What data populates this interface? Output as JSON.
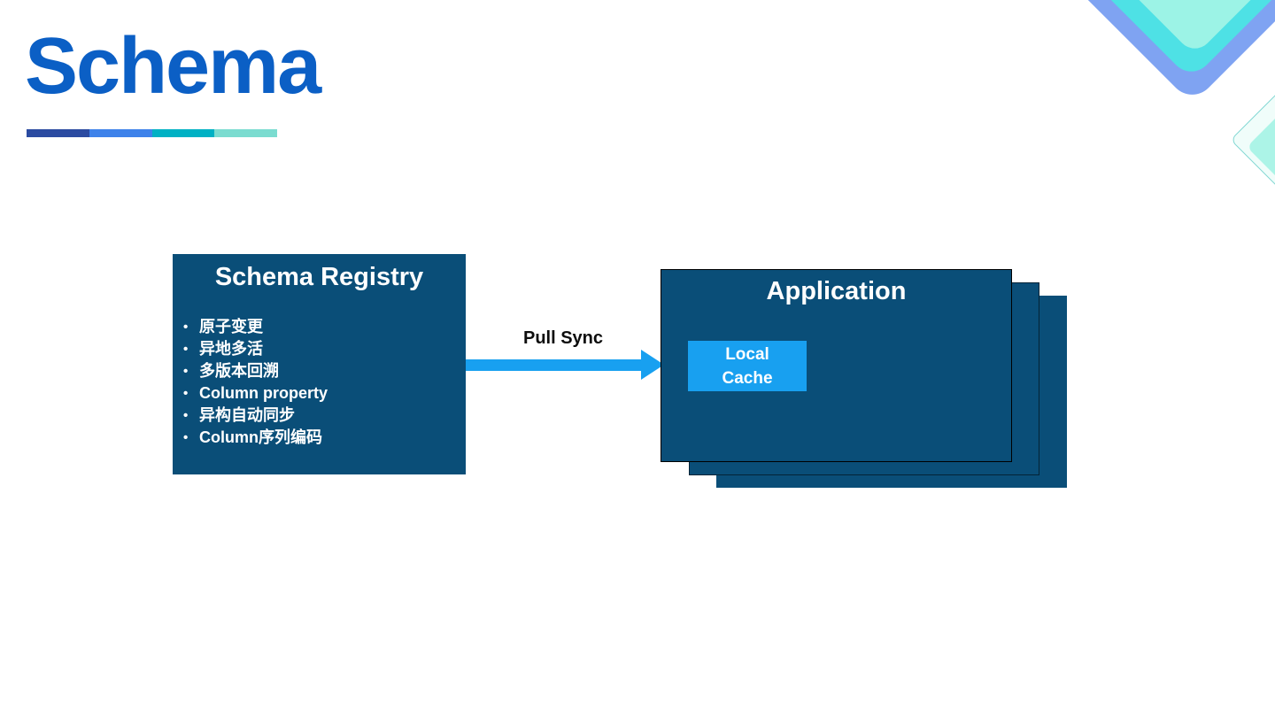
{
  "header": {
    "title": "Schema"
  },
  "theme": {
    "title_color": "#0B5FC5",
    "box_color": "#0A4E78",
    "highlight_color": "#18A0F0",
    "accent_bar_colors": [
      "#2B4BA1",
      "#3E82EA",
      "#00B1C4",
      "#7BDCD0"
    ],
    "deco_colors": {
      "blue_diamond": "#7FA3F2",
      "cyan_diamond": "#4EE1E5",
      "mint_diamond": "#9CF3E6",
      "outline_diamond_border": "#7FD6D2",
      "outline_diamond_fill": "#F0FDFA",
      "inner_mint_diamond": "#ACF4E7"
    }
  },
  "diagram": {
    "registry": {
      "title": "Schema Registry",
      "bullets": [
        "原子变更",
        "异地多活",
        "多版本回溯",
        "Column property",
        "异构自动同步",
        "Column序列编码"
      ]
    },
    "sync": {
      "label": "Pull Sync"
    },
    "application": {
      "title": "Application",
      "cache_label": "Local Cache",
      "stack_count": 3
    }
  }
}
